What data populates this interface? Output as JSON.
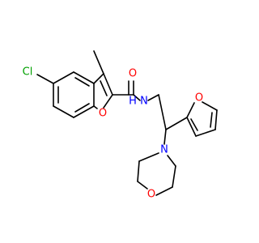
{
  "molecule": {
    "atoms": {
      "cl": {
        "label": "Cl",
        "color": "#00a000"
      },
      "o_carbonyl": {
        "label": "O",
        "color": "#ff0000"
      },
      "nh": {
        "label": "N",
        "color": "#0000ff"
      },
      "nh_h": {
        "label": "H",
        "color": "#0000ff"
      },
      "o_benzofuran": {
        "label": "O",
        "color": "#ff0000"
      },
      "o_furan": {
        "label": "O",
        "color": "#ff0000"
      },
      "n_morpholine": {
        "label": "N",
        "color": "#0000ff"
      },
      "o_morpholine": {
        "label": "O",
        "color": "#ff0000"
      }
    },
    "bond_color": "#000000"
  }
}
